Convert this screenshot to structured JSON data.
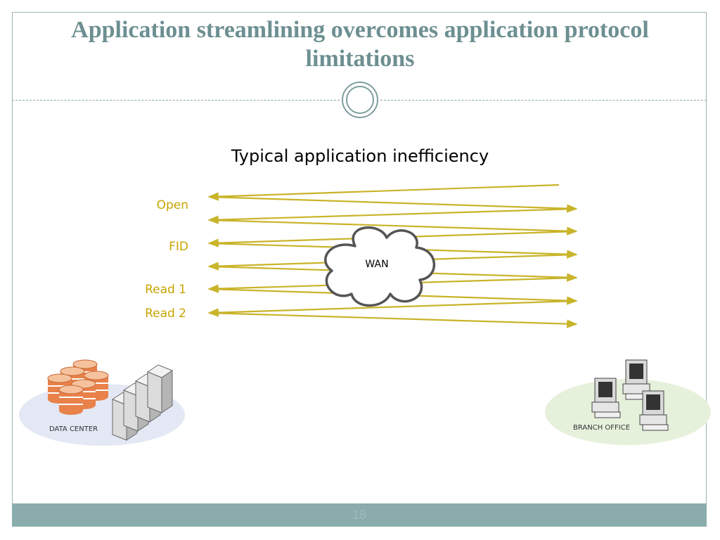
{
  "slide": {
    "title": "Application streamlining overcomes application protocol  limitations",
    "page_number": "18"
  },
  "diagram": {
    "title": "Typical application inefficiency",
    "operations": [
      "Open",
      "FID",
      "Read 1",
      "Read 2"
    ],
    "cloud_label": "WAN",
    "left_site_label": "DATA CENTER",
    "right_site_label": "BRANCH OFFICE"
  },
  "colors": {
    "title": "#6d8f91",
    "arrow": "#c9b42a",
    "operation_label": "#c7a500",
    "footer": "#8aacad"
  }
}
